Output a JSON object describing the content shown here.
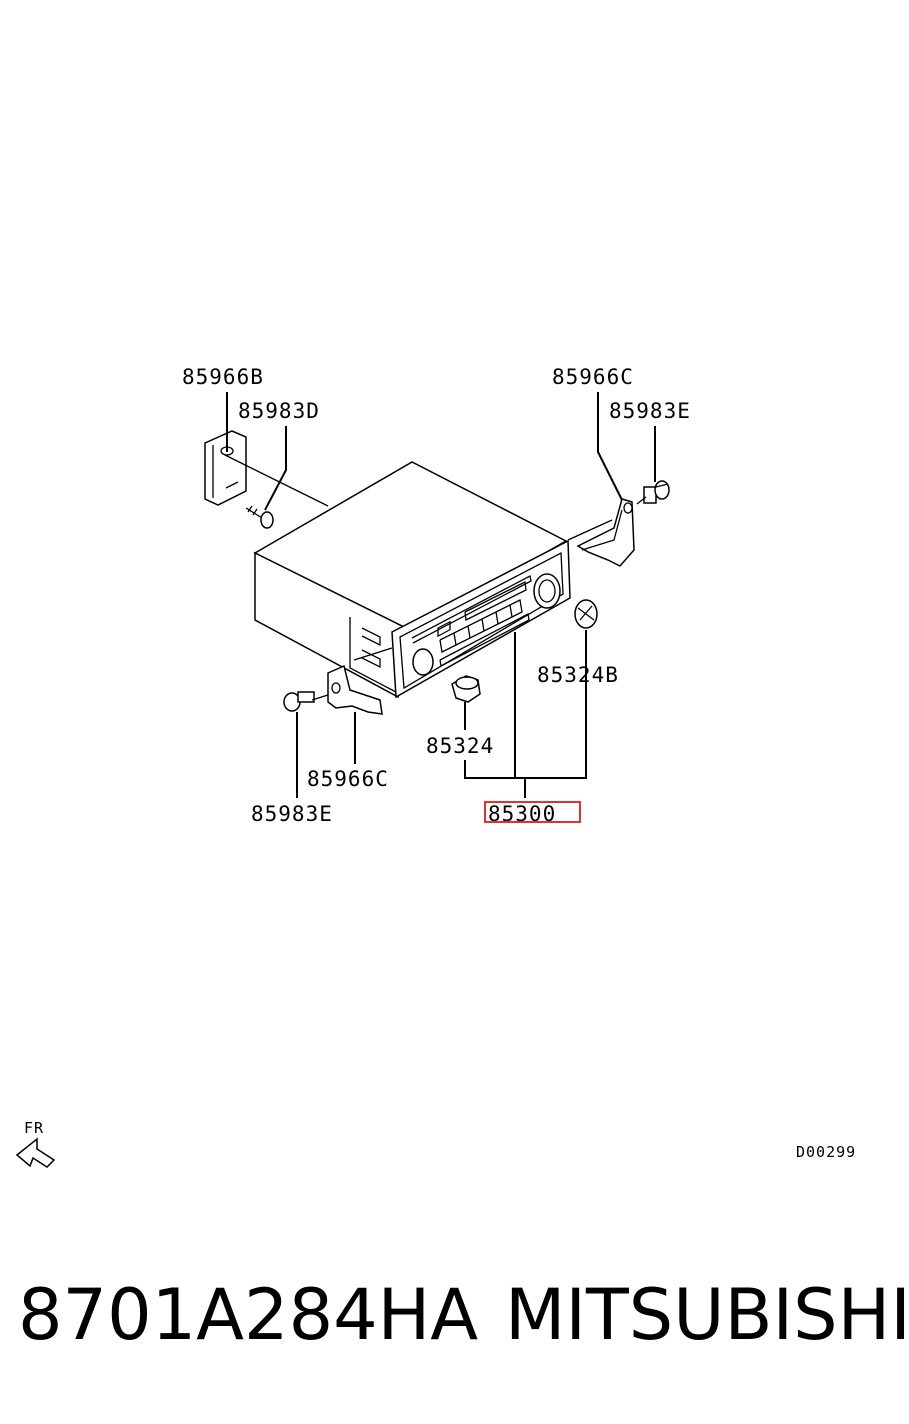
{
  "labels": {
    "bracket_left": "85966B",
    "screw_left": "85983D",
    "bracket_right": "85966C",
    "bolt_right": "85983E",
    "knob_right": "85324B",
    "knob_left": "85324",
    "bracket_lower": "85966C",
    "bolt_lower": "85983E",
    "assembly": "85300"
  },
  "direction_label": "FR",
  "diagram_code": "D00299",
  "footer": {
    "part_number": "8701A284HA",
    "brand": "MITSUBISHI"
  },
  "highlight_color": "#e8302a"
}
